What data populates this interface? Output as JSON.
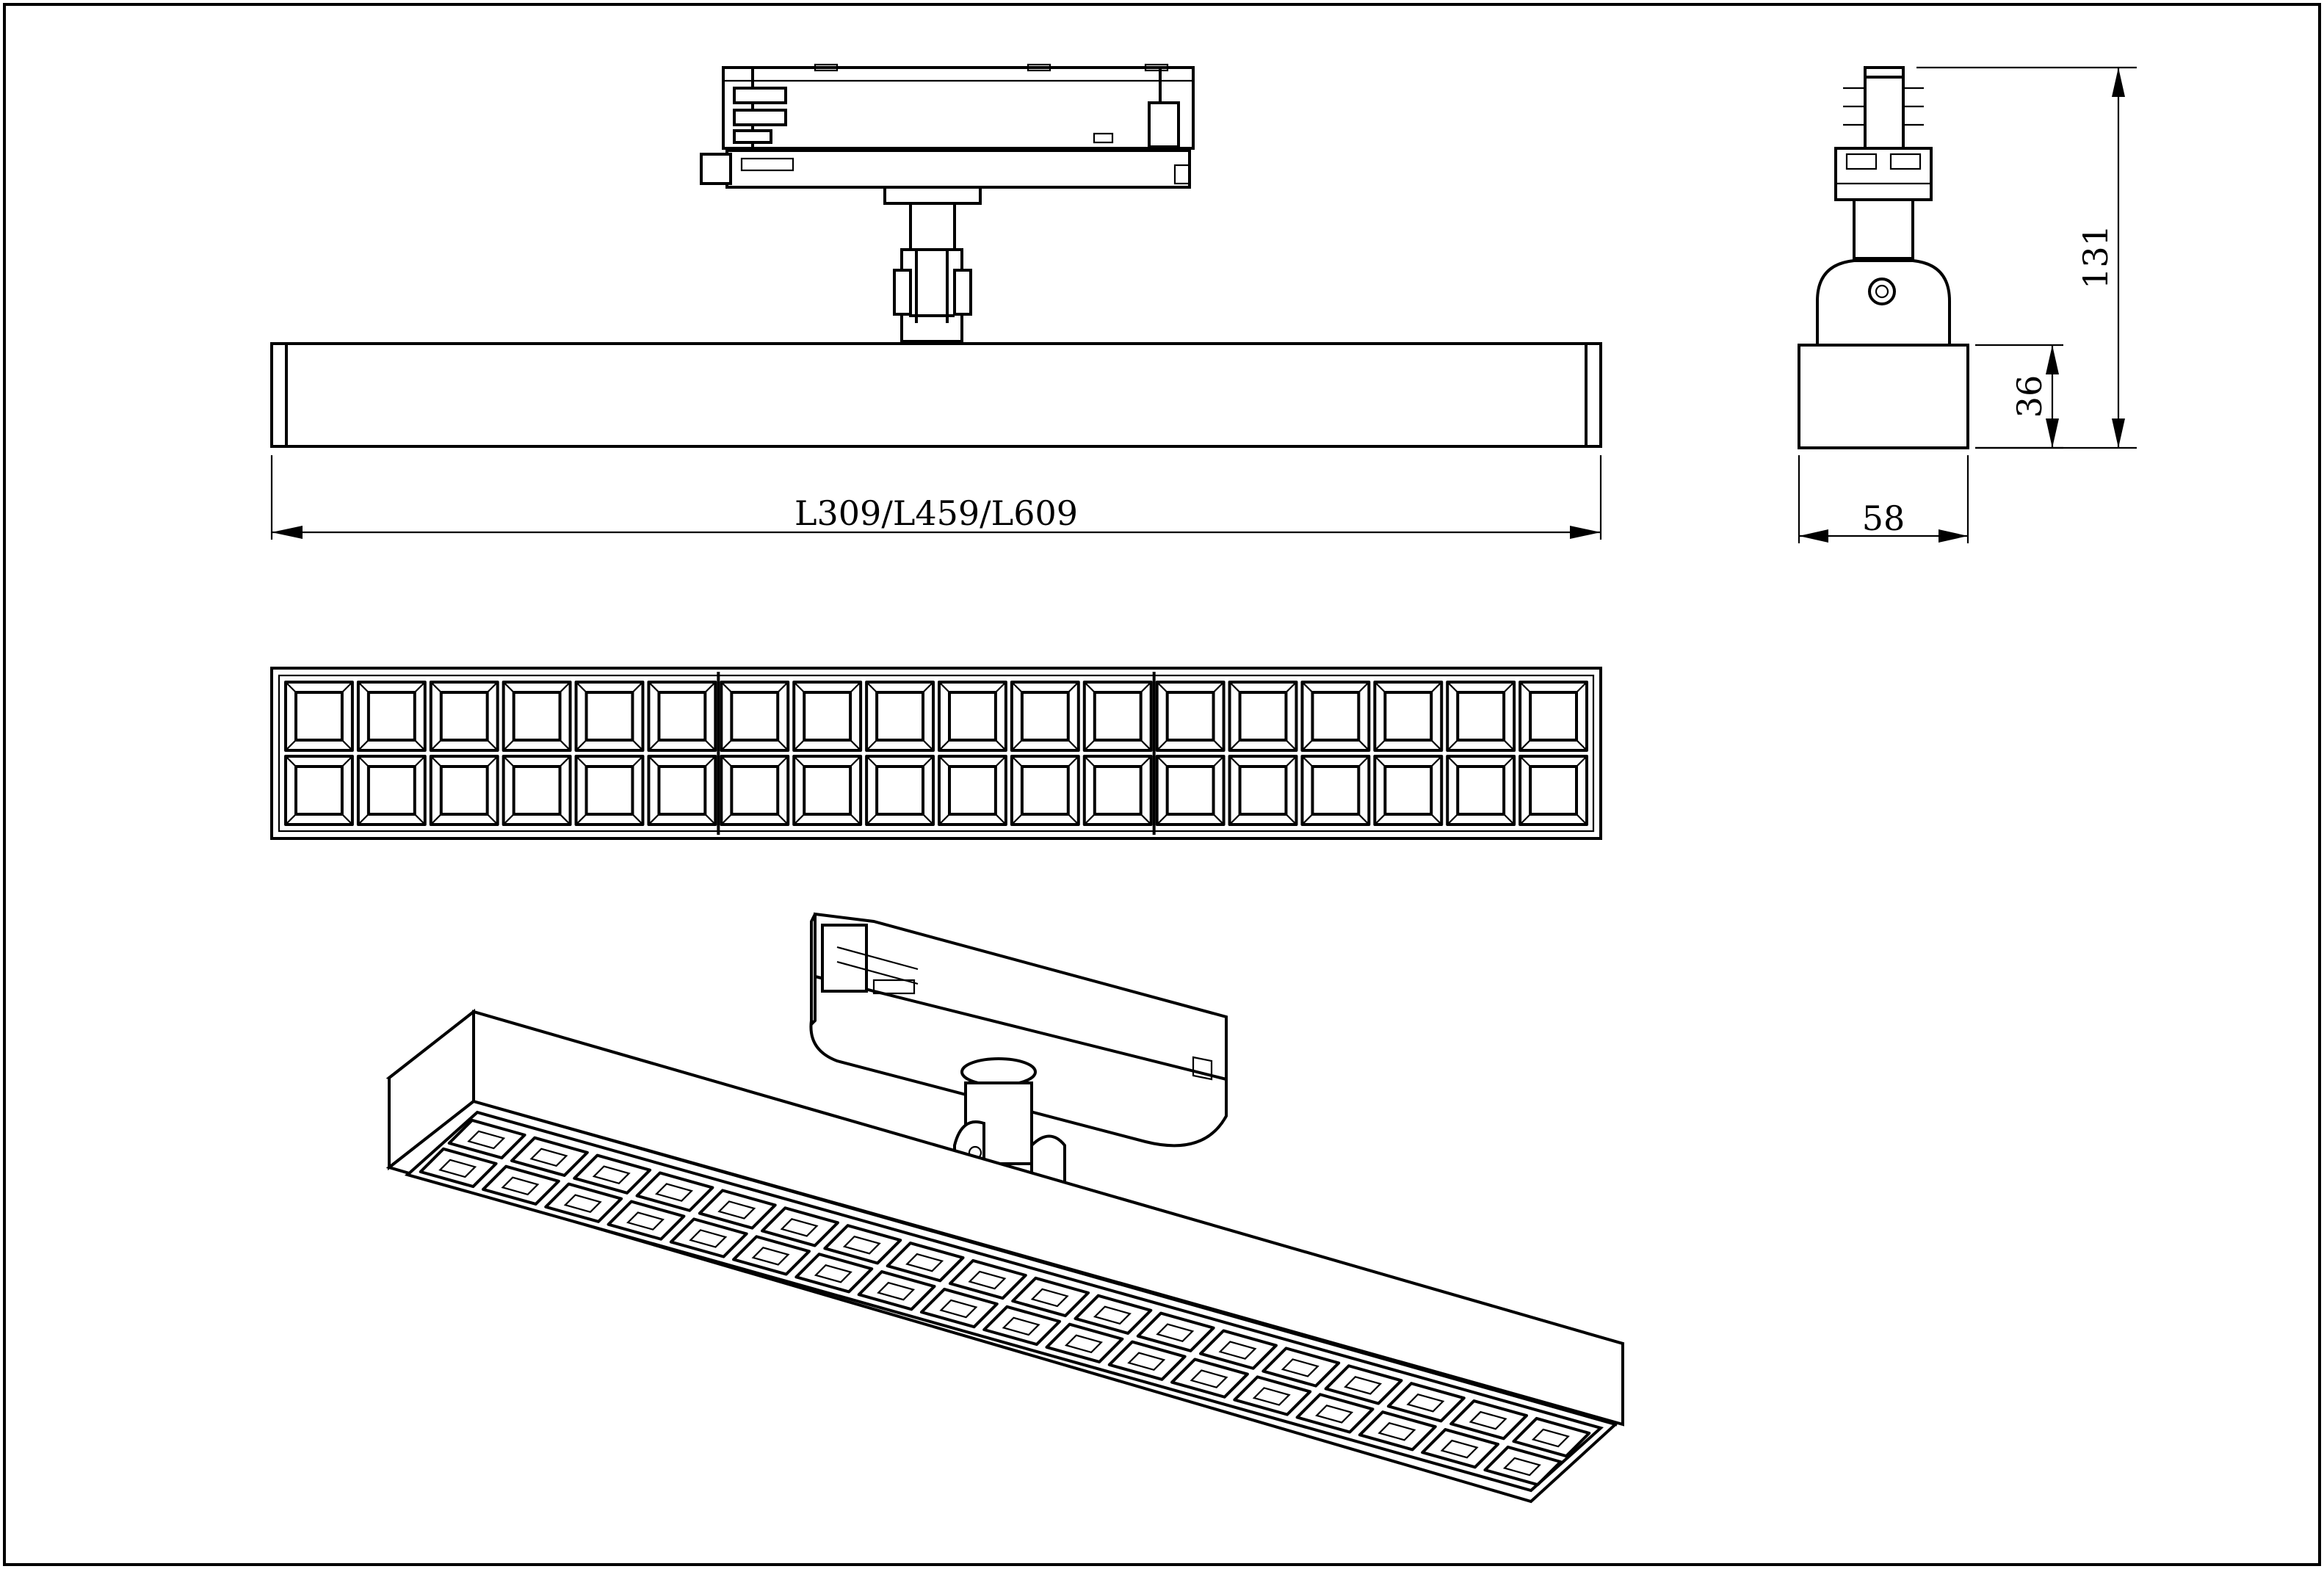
{
  "dimensions": {
    "length_label": "L309/L459/L609",
    "width_label": "58",
    "height_label": "131",
    "body_height_label": "36"
  },
  "views": [
    "front-view",
    "side-view",
    "bottom-view",
    "isometric-view"
  ],
  "louver": {
    "rows": 2,
    "columns": 18,
    "sections": 3
  }
}
